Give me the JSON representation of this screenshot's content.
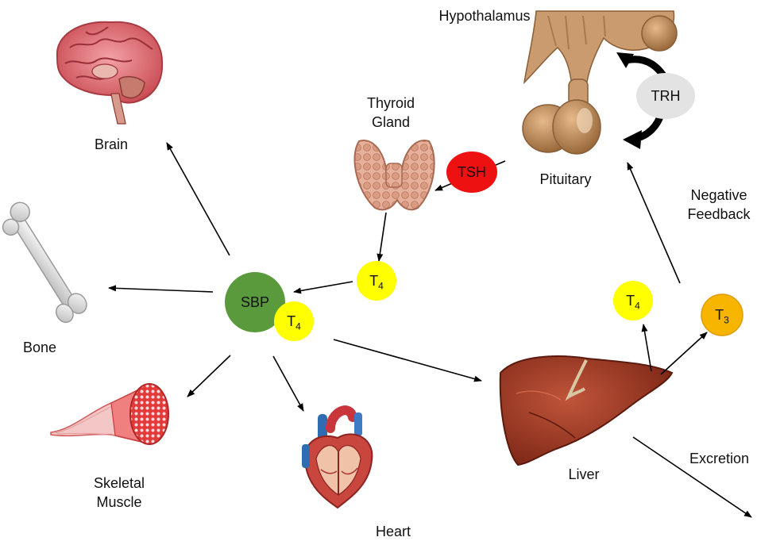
{
  "labels": {
    "hypothalamus": "Hypothalamus",
    "pituitary": "Pituitary",
    "thyroid_gland_line1": "Thyroid",
    "thyroid_gland_line2": "Gland",
    "brain": "Brain",
    "bone": "Bone",
    "skeletal_muscle_line1": "Skeletal",
    "skeletal_muscle_line2": "Muscle",
    "heart": "Heart",
    "liver": "Liver",
    "negative_feedback_line1": "Negative",
    "negative_feedback_line2": "Feedback",
    "excretion": "Excretion"
  },
  "hormones": {
    "trh": "TRH",
    "tsh": "TSH",
    "sbp": "SBP",
    "t4_letter": "T",
    "t4_sub": "4",
    "t3_letter": "T",
    "t3_sub": "3"
  },
  "colors": {
    "trh": "#e3e3e3",
    "tsh": "#ee1111",
    "sbp": "#5a9a3c",
    "t4": "#ffff00",
    "t3": "#f7b500"
  }
}
